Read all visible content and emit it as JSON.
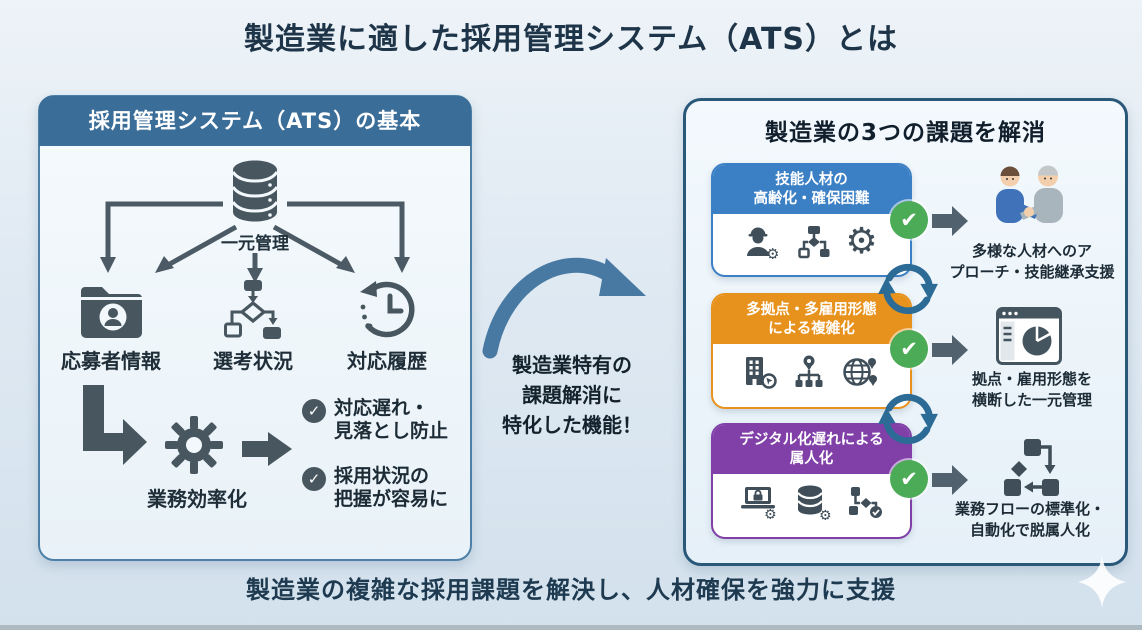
{
  "page": {
    "title": "製造業に適した採用管理システム（ATS）とは",
    "footer": "製造業の複雑な採用課題を解決し、人材確保を強力に支援"
  },
  "left_panel": {
    "title": "採用管理システム（ATS）の基本",
    "hub_icon": "database-icon",
    "hub_label": "一元管理",
    "items": [
      {
        "label": "応募者情報",
        "icon": "folder-user-icon"
      },
      {
        "label": "選考状況",
        "icon": "flowchart-icon"
      },
      {
        "label": "対応履歴",
        "icon": "history-clock-icon"
      }
    ],
    "process": {
      "icon": "gear-icon",
      "label": "業務効率化"
    },
    "benefits": [
      {
        "icon": "check-circle-icon",
        "text": "対応遅れ・\n見落とし防止"
      },
      {
        "icon": "check-circle-icon",
        "text": "採用状況の\n把握が容易に"
      }
    ]
  },
  "connector": {
    "icon": "curved-arrow-icon",
    "note": "製造業特有の\n課題解消に\n特化した機能！"
  },
  "right_panel": {
    "title": "製造業の3つの課題を解消",
    "check_icon": "green-check-icon",
    "cycle_icon": "cycle-arrows-icon",
    "rows": [
      {
        "challenge": "技能人材の\n高齢化・確保困難",
        "accent_color": "#3b7fc4",
        "challenge_icons": [
          "worker-gear-icon",
          "mini-flowchart-icon",
          "gear-icon"
        ],
        "result_icon": "handshake-people-illustration",
        "solution": "多様な人材へのア\nプローチ・技能継承支援"
      },
      {
        "challenge": "多拠点・多雇用形態\nによる複雑化",
        "accent_color": "#e8921e",
        "challenge_icons": [
          "building-icon",
          "pin-orgchart-icon",
          "globe-pins-icon"
        ],
        "result_icon": "dashboard-pie-icon",
        "solution": "拠点・雇用形態を\n横断した一元管理"
      },
      {
        "challenge": "デジタル化遅れによる\n属人化",
        "accent_color": "#8040a8",
        "challenge_icons": [
          "laptop-lock-icon",
          "database-gear-icon",
          "workflow-check-icon"
        ],
        "result_icon": "workflow-icon",
        "solution": "業務フローの標準化・\n自動化で脱属人化"
      }
    ]
  },
  "colors": {
    "background": "#dde8f1",
    "title_text": "#1e3448",
    "left_header_bg": "#3a6d98",
    "left_panel_border": "#4c80a8",
    "right_panel_border": "#2a5878",
    "row1_accent": "#3b7fc4",
    "row2_accent": "#e8921e",
    "row3_accent": "#8040a8",
    "check_green": "#4cab57",
    "arrow_gray": "#51626e",
    "icon_slate": "#47565f",
    "cycle_blue": "#2c6b96",
    "connector_blue": "#4879a2"
  }
}
